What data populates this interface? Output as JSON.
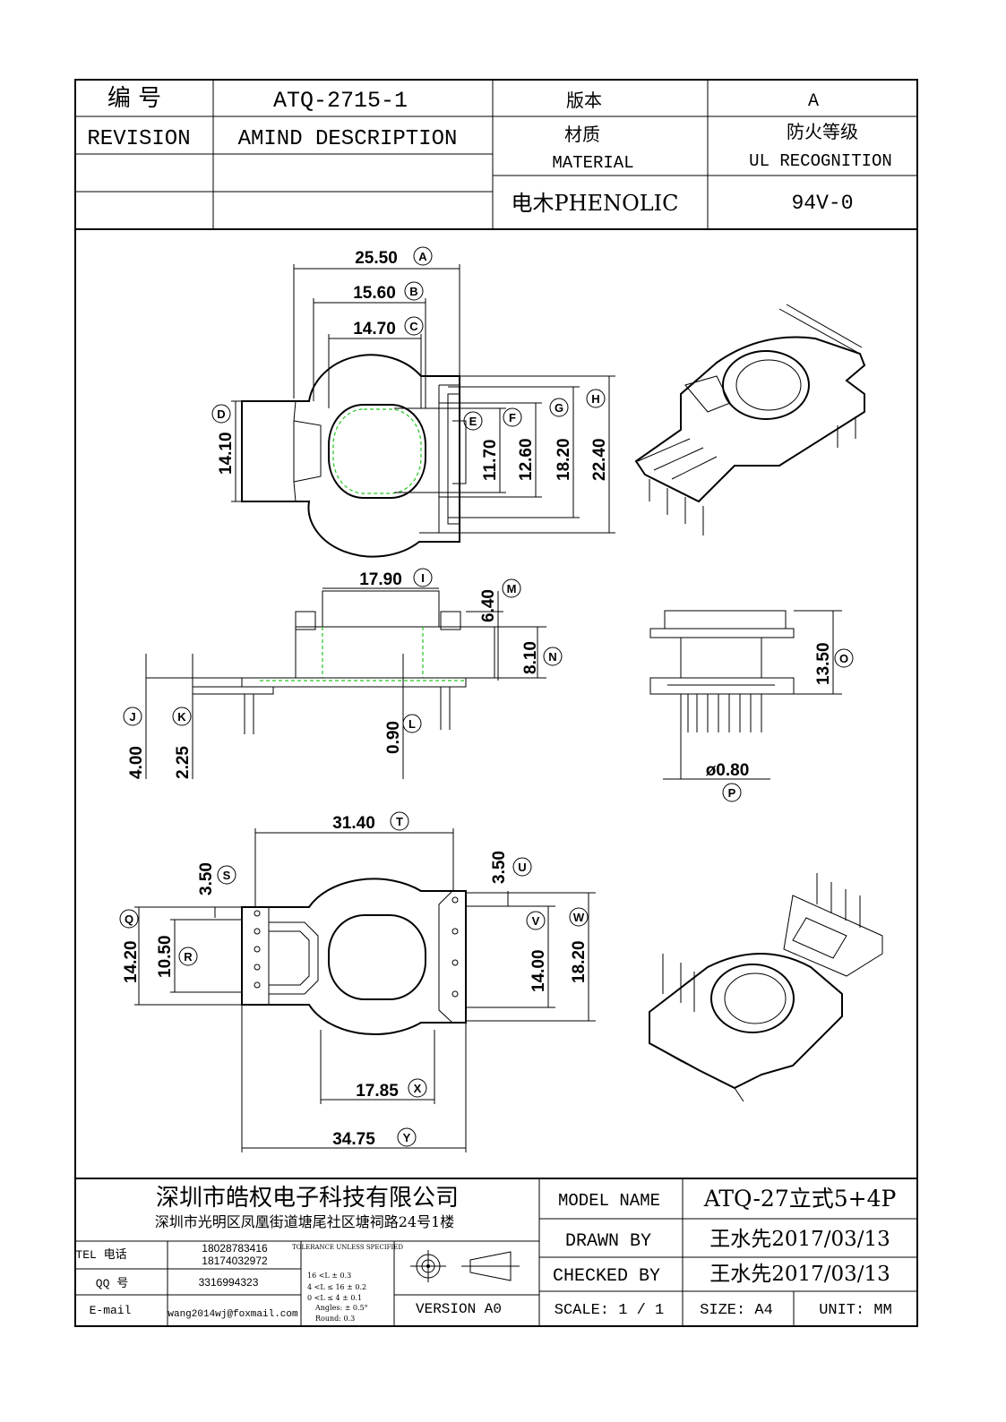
{
  "header": {
    "part_no_label": "编 号",
    "part_no": "ATQ-2715-1",
    "version_label": "版本",
    "version": "A",
    "revision_label": "REVISION",
    "amind_label": "AMIND DESCRIPTION",
    "material_label_cn": "材质",
    "material_label_en": "MATERIAL",
    "ul_label_cn": "防火等级",
    "ul_label_en": "UL RECOGNITION",
    "material_value": "电木PHENOLIC",
    "ul_value": "94V-0"
  },
  "dimensions": {
    "A": "25.50",
    "B": "15.60",
    "C": "14.70",
    "D": "14.10",
    "E": "11.70",
    "F": "12.60",
    "G": "18.20",
    "H": "22.40",
    "I": "17.90",
    "M": "6.40",
    "N": "8.10",
    "J": "4.00",
    "K": "2.25",
    "L": "0.90",
    "O": "13.50",
    "P": "ø0.80",
    "T": "31.40",
    "S": "3.50",
    "U": "3.50",
    "Q": "14.20",
    "R": "10.50",
    "V": "14.00",
    "W": "18.20",
    "X": "17.85",
    "Y": "34.75"
  },
  "title_block": {
    "company": "深圳市皓权电子科技有限公司",
    "address": "深圳市光明区凤凰街道塘尾社区塘祠路24号1楼",
    "tel_label": "TEL 电话",
    "tel_1": "18028783416",
    "tel_2": "18174032972",
    "qq_label": "QQ 号",
    "qq": "3316994323",
    "email_label": "E-mail",
    "email": "wang2014wj@foxmail.com",
    "tolerance_title": "TOLERANCE UNLESS SPECIFIED",
    "tol_1": "16 <L        ± 0.3",
    "tol_2": "4 <L ≤ 16     ± 0.2",
    "tol_3": "0 <L ≤ 4      ± 0.1",
    "tol_4": "Angles: ± 0.5°",
    "tol_5": "Round: 0.3",
    "version_text": "VERSION A0",
    "model_label": "MODEL NAME",
    "model_value": "ATQ-27立式5+4P",
    "drawn_label": "DRAWN BY",
    "drawn_value": "王水先2017/03/13",
    "checked_label": "CHECKED BY",
    "checked_value": "王水先2017/03/13",
    "scale_text": "SCALE: 1 / 1",
    "size_text": "SIZE: A4",
    "unit_text": "UNIT: MM"
  }
}
